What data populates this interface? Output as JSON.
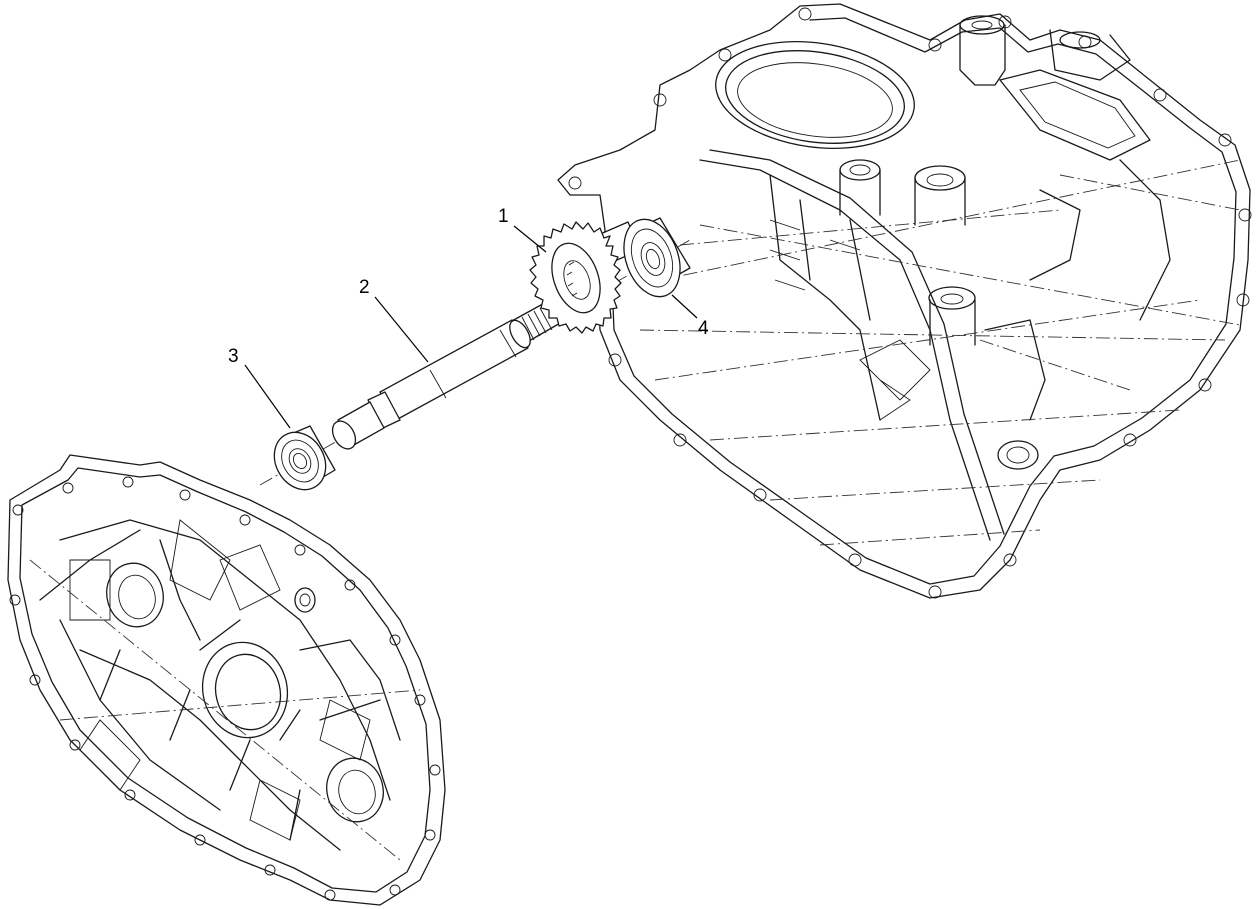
{
  "callouts": [
    {
      "id": "1",
      "label": "1",
      "part": "gear"
    },
    {
      "id": "2",
      "label": "2",
      "part": "shaft"
    },
    {
      "id": "3",
      "label": "3",
      "part": "bearing-front"
    },
    {
      "id": "4",
      "label": "4",
      "part": "bearing-rear"
    }
  ],
  "colors": {
    "line": "#1a1a1a",
    "background": "#ffffff"
  }
}
